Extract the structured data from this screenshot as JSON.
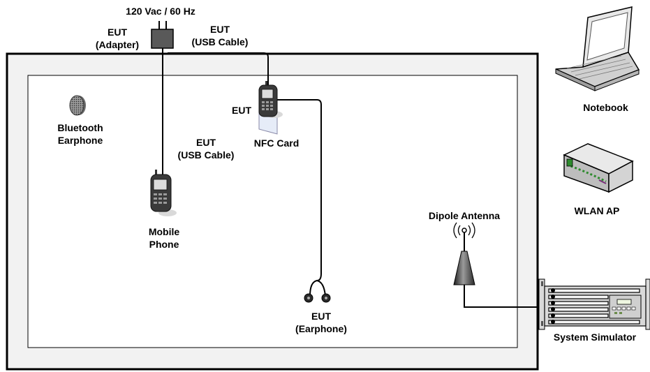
{
  "power": {
    "label": "120 Vac / 60 Hz"
  },
  "adapter": {
    "line1": "EUT",
    "line2": "(Adapter)"
  },
  "usb_cable_top": {
    "line1": "EUT",
    "line2": "(USB Cable)"
  },
  "usb_cable_mid": {
    "line1": "EUT",
    "line2": "(USB Cable)"
  },
  "eut_phone": {
    "label": "EUT"
  },
  "nfc_card": {
    "label": "NFC Card"
  },
  "bluetooth": {
    "line1": "Bluetooth",
    "line2": "Earphone"
  },
  "mobile_phone": {
    "line1": "Mobile",
    "line2": "Phone"
  },
  "earphone": {
    "line1": "EUT",
    "line2": "(Earphone)"
  },
  "dipole": {
    "label": "Dipole Antenna"
  },
  "notebook": {
    "label": "Notebook"
  },
  "wlan": {
    "label": "WLAN AP"
  },
  "simulator": {
    "label": "System Simulator"
  },
  "colors": {
    "outer_frame": "#f2f2f2",
    "device_dark": "#3a3a3a",
    "simulator_body": "#d9d9d9",
    "wlan_green": "#2e8b2e"
  }
}
